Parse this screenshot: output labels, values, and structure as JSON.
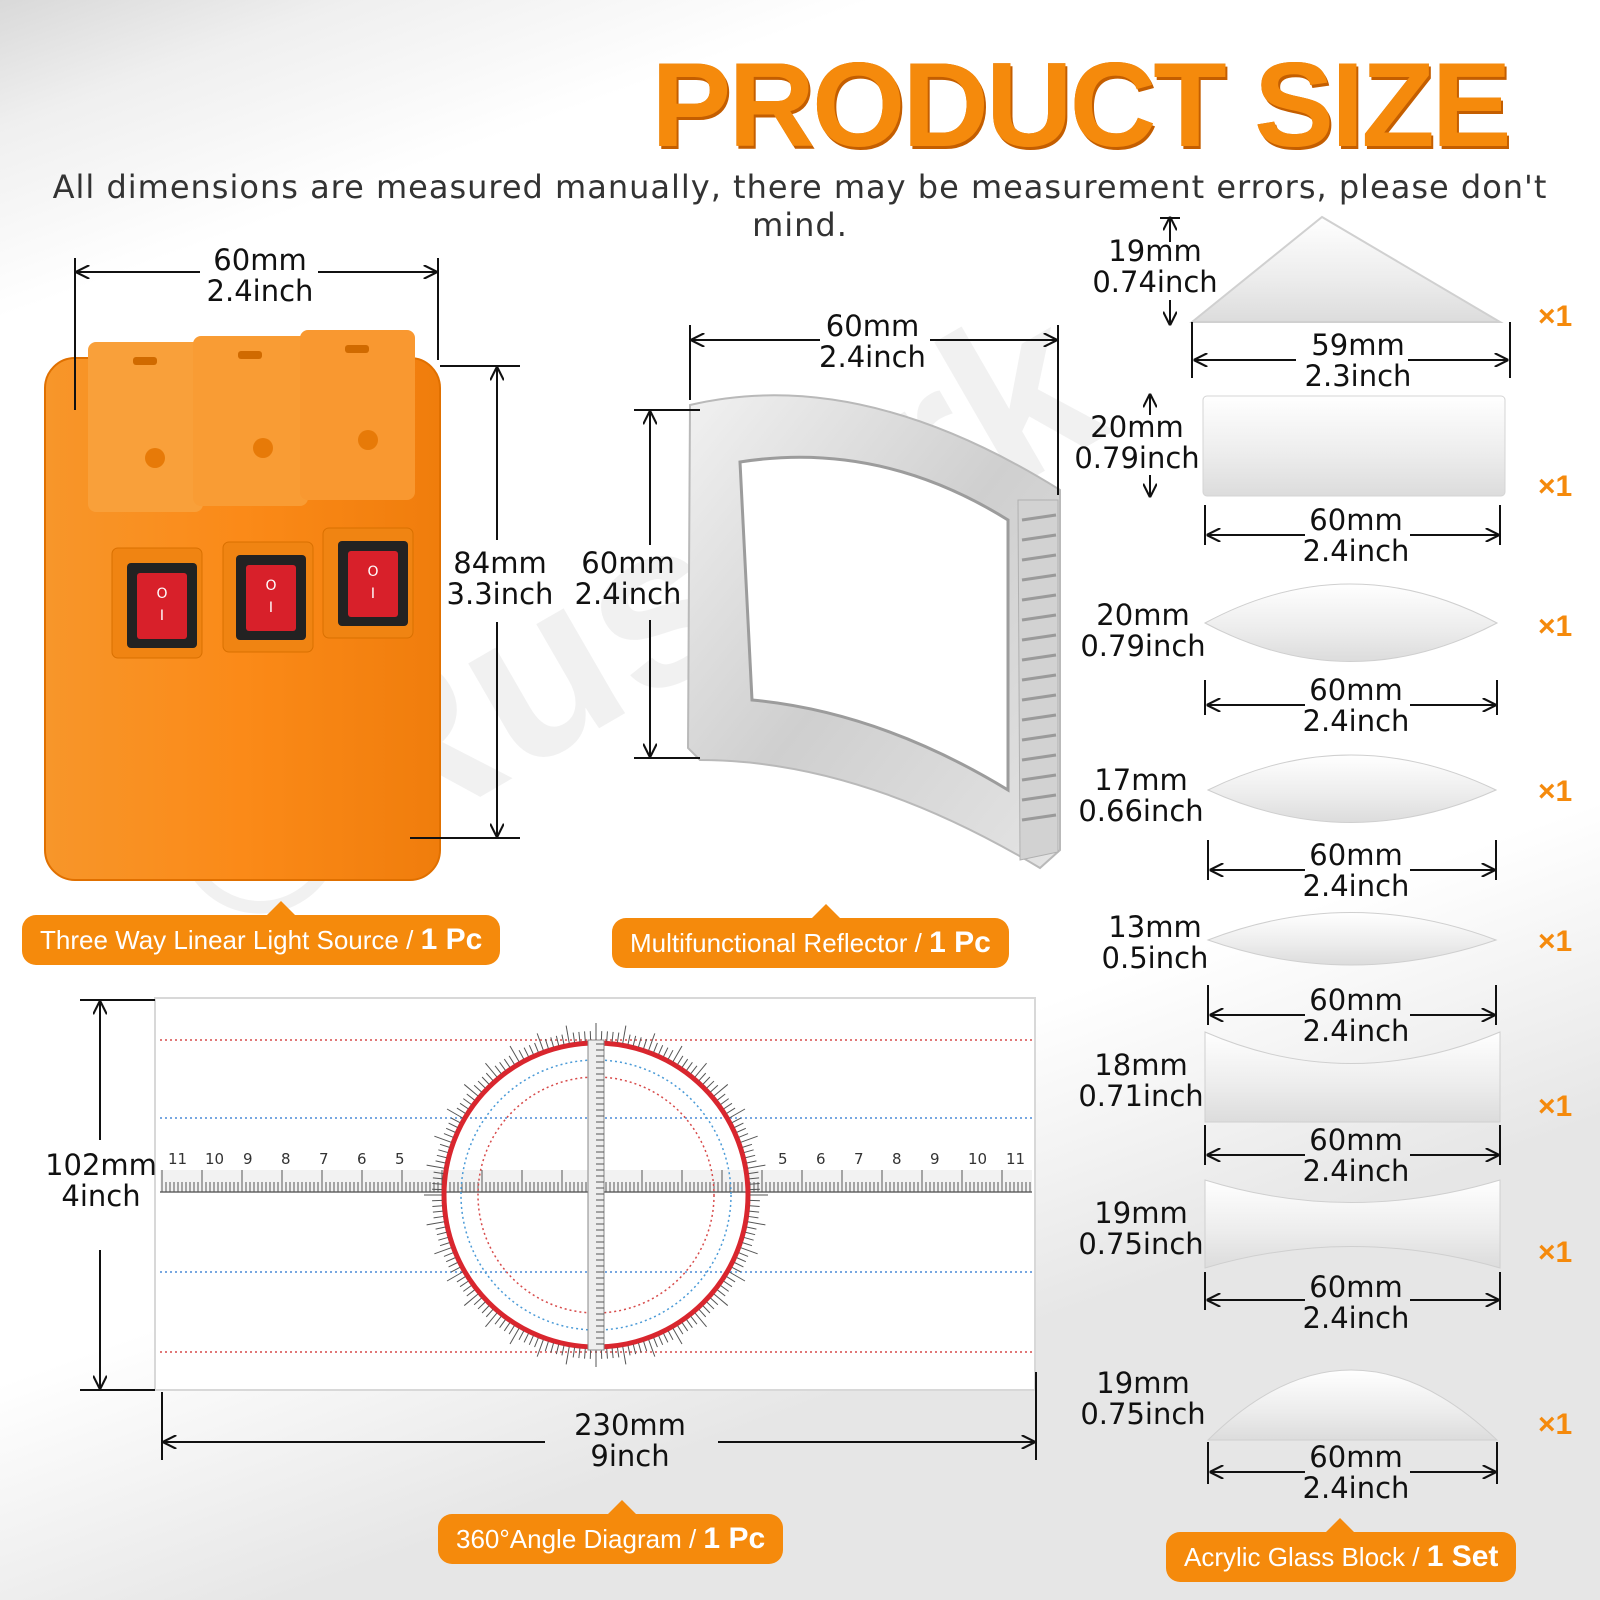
{
  "header": {
    "title": "PRODUCT SIZE",
    "subtitle": "All dimensions are measured manually, there may be measurement errors, please don't mind."
  },
  "watermark": "©Rustark",
  "light_source": {
    "width_mm": "60mm",
    "width_in": "2.4inch",
    "height_mm": "84mm",
    "height_in": "3.3inch",
    "label": "Three Way Linear Light Source / ",
    "qty": "1 Pc"
  },
  "reflector": {
    "width_mm": "60mm",
    "width_in": "2.4inch",
    "height_mm": "60mm",
    "height_in": "2.4inch",
    "label": "Multifunctional Reflector / ",
    "qty": "1 Pc"
  },
  "angle_diagram": {
    "height_mm": "102mm",
    "height_in": "4inch",
    "width_mm": "230mm",
    "width_in": "9inch",
    "label": "360°Angle Diagram / ",
    "qty": "1 Pc",
    "ruler_left": [
      "11",
      "10",
      "9",
      "8",
      "7",
      "6",
      "5"
    ],
    "ruler_right": [
      "5",
      "6",
      "7",
      "8",
      "9",
      "10",
      "11"
    ]
  },
  "glass_blocks": {
    "label": "Acrylic Glass Block / ",
    "qty": "1 Set",
    "items": [
      {
        "h_mm": "19mm",
        "h_in": "0.74inch",
        "w_mm": "59mm",
        "w_in": "2.3inch",
        "count": "×1"
      },
      {
        "h_mm": "20mm",
        "h_in": "0.79inch",
        "w_mm": "60mm",
        "w_in": "2.4inch",
        "count": "×1"
      },
      {
        "h_mm": "20mm",
        "h_in": "0.79inch",
        "w_mm": "60mm",
        "w_in": "2.4inch",
        "count": "×1"
      },
      {
        "h_mm": "17mm",
        "h_in": "0.66inch",
        "w_mm": "60mm",
        "w_in": "2.4inch",
        "count": "×1"
      },
      {
        "h_mm": "13mm",
        "h_in": "0.5inch",
        "w_mm": "60mm",
        "w_in": "2.4inch",
        "count": "×1"
      },
      {
        "h_mm": "18mm",
        "h_in": "0.71inch",
        "w_mm": "60mm",
        "w_in": "2.4inch",
        "count": "×1"
      },
      {
        "h_mm": "19mm",
        "h_in": "0.75inch",
        "w_mm": "60mm",
        "w_in": "2.4inch",
        "count": "×1"
      },
      {
        "h_mm": "19mm",
        "h_in": "0.75inch",
        "w_mm": "60mm",
        "w_in": "2.4inch",
        "count": "×1"
      }
    ]
  },
  "colors": {
    "accent": "#f58a0c",
    "switch_red": "#d8202a"
  }
}
